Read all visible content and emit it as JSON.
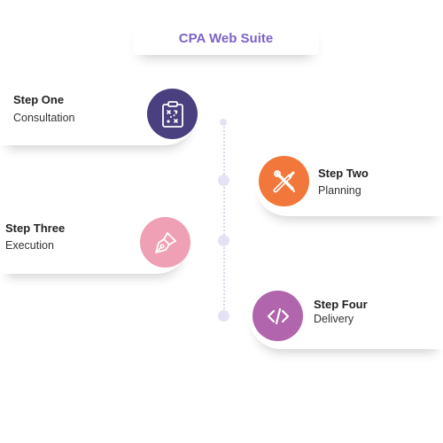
{
  "header": {
    "title": "CPA Web Suite"
  },
  "colors": {
    "title": "#7d62c6",
    "step1": "#4a3f7f",
    "step2": "#f2773a",
    "step3": "#efa0b4",
    "step4": "#b065ac",
    "timeline": "#d9d9ee"
  },
  "steps": [
    {
      "title": "Step One",
      "subtitle": "Consultation",
      "icon": "strategy-board-icon"
    },
    {
      "title": "Step Two",
      "subtitle": "Planning",
      "icon": "pencil-brush-cross-icon"
    },
    {
      "title": "Step Three",
      "subtitle": "Execution",
      "icon": "pen-nib-icon"
    },
    {
      "title": "Step Four",
      "subtitle": "Delivery",
      "icon": "code-brackets-icon"
    }
  ]
}
